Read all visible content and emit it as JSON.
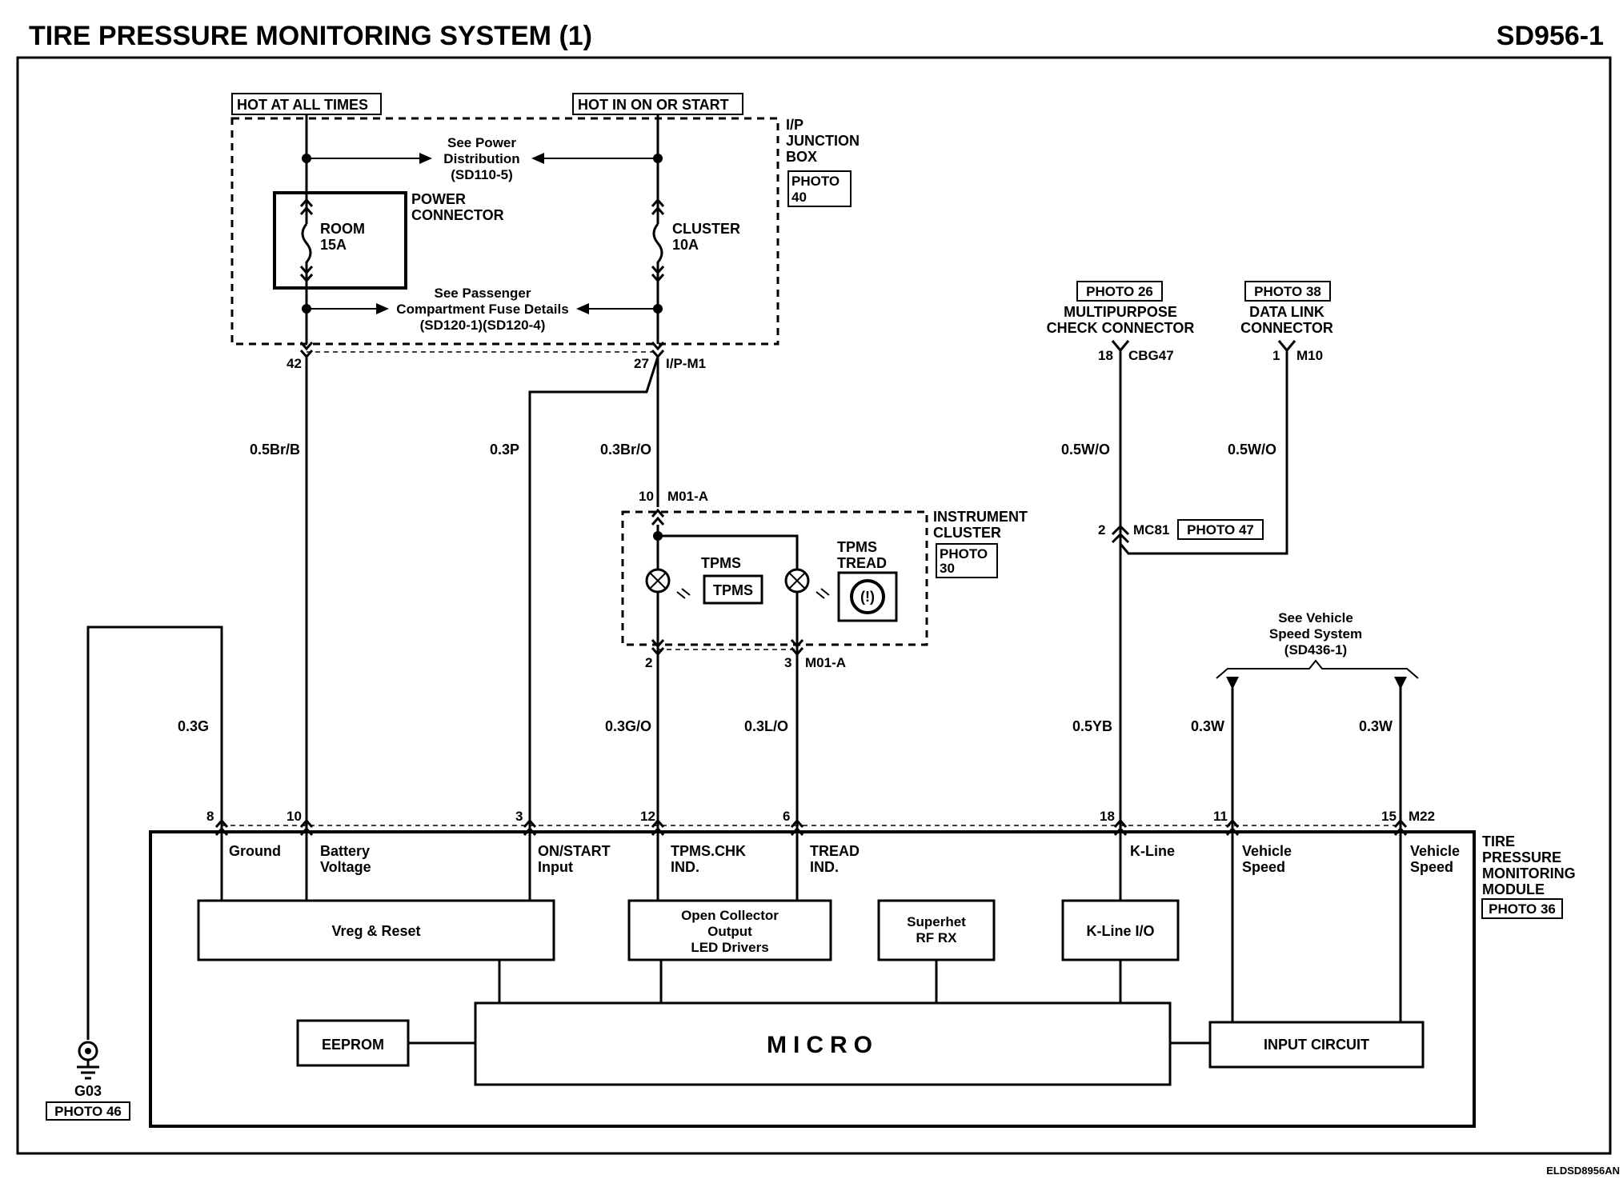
{
  "header": {
    "title": "TIRE PRESSURE MONITORING SYSTEM (1)",
    "code": "SD956-1"
  },
  "footer_code": "ELDSD8956AN",
  "power": {
    "hot_all_times": "HOT AT ALL TIMES",
    "hot_on_start": "HOT IN ON OR START",
    "see_power_1": "See Power",
    "see_power_2": "Distribution",
    "see_power_3": "(SD110-5)",
    "see_pass_1": "See Passenger",
    "see_pass_2": "Compartment Fuse Details",
    "see_pass_3": "(SD120-1)(SD120-4)",
    "junction_1": "I/P",
    "junction_2": "JUNCTION",
    "junction_3": "BOX",
    "photo_40_1": "PHOTO",
    "photo_40_2": "40",
    "power_conn_1": "POWER",
    "power_conn_2": "CONNECTOR",
    "room_fuse_1": "ROOM",
    "room_fuse_2": "15A",
    "cluster_fuse_1": "CLUSTER",
    "cluster_fuse_2": "10A"
  },
  "pins": {
    "p42": "42",
    "p27": "27",
    "ip_m1": "I/P-M1",
    "p10a": "10",
    "m01a_top": "M01-A",
    "p2a": "2",
    "p3a": "3",
    "m01a_bot": "M01-A",
    "p18a": "18",
    "cbg47": "CBG47",
    "p1a": "1",
    "m10": "M10",
    "p2b": "2",
    "mc81": "MC81",
    "m22": "M22"
  },
  "wires": {
    "w_br_b": "0.5Br/B",
    "w_p": "0.3P",
    "w_br_o": "0.3Br/O",
    "w_wo1": "0.5W/O",
    "w_wo2": "0.5W/O",
    "w_g": "0.3G",
    "w_go": "0.3G/O",
    "w_lo": "0.3L/O",
    "w_yb": "0.5YB",
    "w_w1": "0.3W",
    "w_w2": "0.3W"
  },
  "cluster": {
    "title_1": "INSTRUMENT",
    "title_2": "CLUSTER",
    "photo_1": "PHOTO",
    "photo_2": "30",
    "tpms_1": "TPMS",
    "tpms_icon": "TPMS",
    "tread_1": "TPMS",
    "tread_2": "TREAD",
    "tread_icon": "(!)"
  },
  "connectors": {
    "photo_26": "PHOTO 26",
    "mp_1": "MULTIPURPOSE",
    "mp_2": "CHECK CONNECTOR",
    "photo_38": "PHOTO 38",
    "dl_1": "DATA LINK",
    "dl_2": "CONNECTOR",
    "photo_47": "PHOTO 47"
  },
  "speed": {
    "l1": "See Vehicle",
    "l2": "Speed System",
    "l3": "(SD436-1)"
  },
  "module": {
    "title_1": "TIRE",
    "title_2": "PRESSURE",
    "title_3": "MONITORING",
    "title_4": "MODULE",
    "photo": "PHOTO 36",
    "pins": [
      "8",
      "10",
      "3",
      "12",
      "6",
      "18",
      "11",
      "15"
    ],
    "labels": {
      "ground": "Ground",
      "battery_1": "Battery",
      "battery_2": "Voltage",
      "onstart_1": "ON/START",
      "onstart_2": "Input",
      "tpmschk_1": "TPMS.CHK",
      "tpmschk_2": "IND.",
      "tread_1": "TREAD",
      "tread_2": "IND.",
      "kline": "K-Line",
      "vs1_1": "Vehicle",
      "vs1_2": "Speed",
      "vs2_1": "Vehicle",
      "vs2_2": "Speed"
    },
    "blocks": {
      "vreg": "Vreg & Reset",
      "oc_1": "Open Collector",
      "oc_2": "Output",
      "oc_3": "LED Drivers",
      "rf_1": "Superhet",
      "rf_2": "RF RX",
      "kline_io": "K-Line I/O",
      "eeprom": "EEPROM",
      "micro": "MICRO",
      "input": "INPUT CIRCUIT"
    }
  },
  "ground": {
    "name": "G03",
    "photo": "PHOTO 46"
  }
}
